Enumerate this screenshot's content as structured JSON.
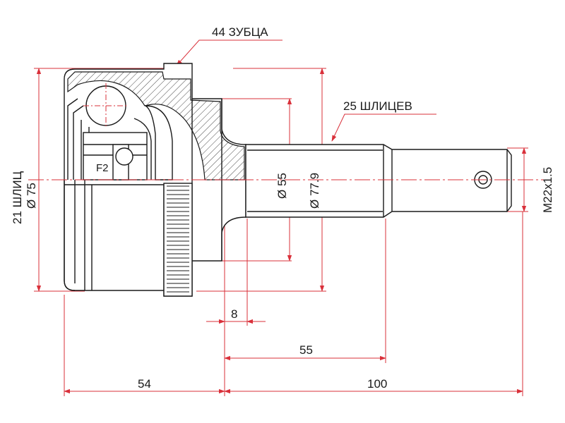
{
  "labels": {
    "teeth": "44 ЗУБЦА",
    "outer_splines": "25 ШЛИЦЕВ",
    "inner_splines": "21 ШЛИЦ",
    "diameter_outer": "Ø 75",
    "diameter_shaft": "Ø 55",
    "diameter_spline": "Ø 77.9",
    "thread": "M22x1.5",
    "marker": "F2"
  },
  "dimensions": {
    "shoulder": "8",
    "shaft_length": "55",
    "body_length": "54",
    "total_length": "100"
  },
  "colors": {
    "outline": "#1a1a1a",
    "dimension_lines": "#d9303a",
    "background": "#ffffff"
  }
}
